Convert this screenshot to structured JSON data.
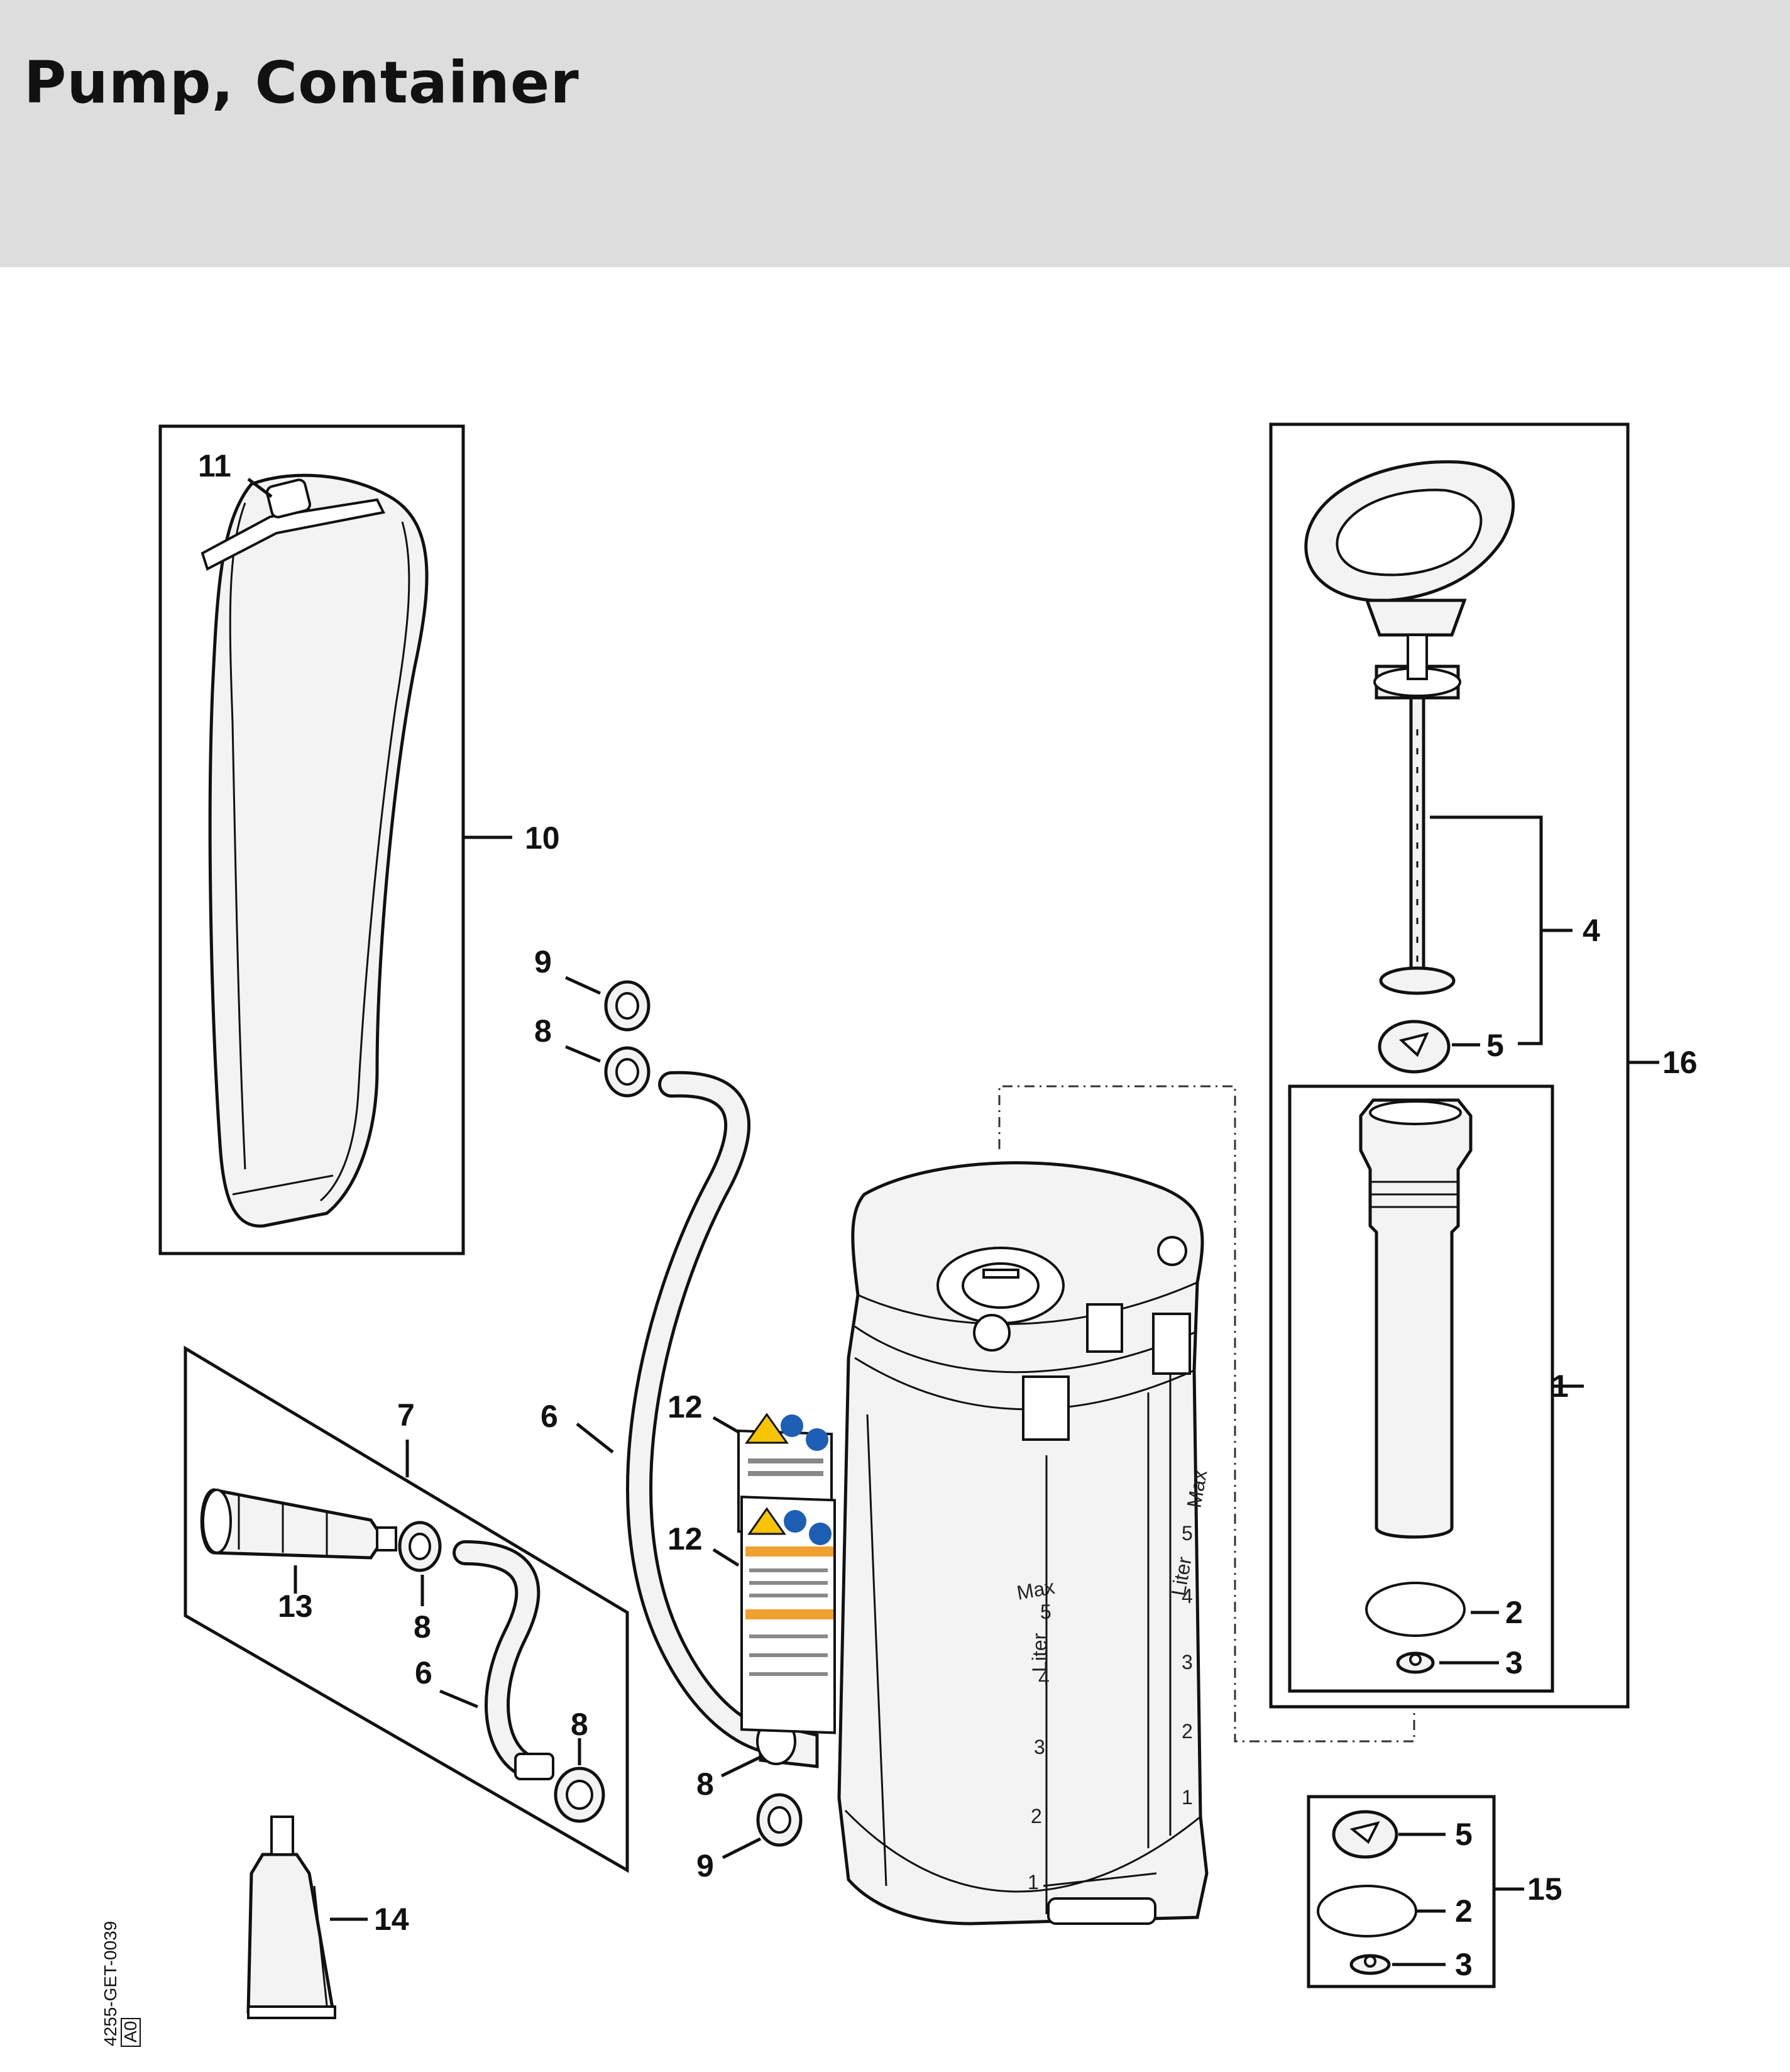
{
  "header": {
    "title": "Pump, Container"
  },
  "callouts": {
    "n1": "1",
    "n2a": "2",
    "n3a": "3",
    "n4": "4",
    "n5a": "5",
    "n6a": "6",
    "n6b": "6",
    "n7": "7",
    "n8a": "8",
    "n8b": "8",
    "n8c": "8",
    "n8d": "8",
    "n9a": "9",
    "n9b": "9",
    "n10": "10",
    "n11": "11",
    "n12a": "12",
    "n12b": "12",
    "n13": "13",
    "n14": "14",
    "n15": "15",
    "n5b": "5",
    "n2b": "2",
    "n3b": "3",
    "n16": "16"
  },
  "scale_left": {
    "max": "Max",
    "liter": "Liter",
    "v5": "5",
    "v4": "4",
    "v3": "3",
    "v2": "2",
    "v1": "1"
  },
  "scale_right": {
    "max": "Max",
    "liter": "Liter",
    "v5": "5",
    "v4": "4",
    "v3": "3",
    "v2": "2",
    "v1": "1"
  },
  "drawing_code": {
    "line1": "4255-GET-0039",
    "line2": "A0"
  }
}
